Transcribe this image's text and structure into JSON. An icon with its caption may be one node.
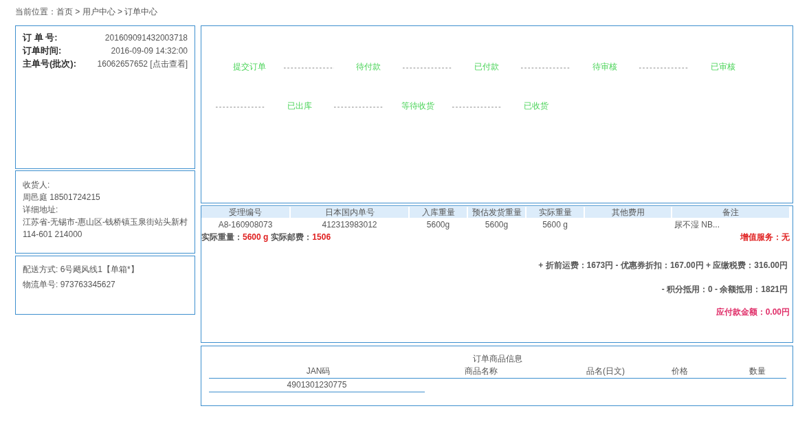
{
  "diagram": {
    "nodes": [
      {
        "text": [
          "订 单 号:",
          "201609091432003718",
          "订单时间:",
          "2016-09-09 14:32:00",
          "主单号(批次):",
          "16062657652 [点击查看]"
        ]
      },
      {
        "text": [
          "收货人:",
          "周邑庭 18501724215",
          "详细地址:",
          "江苏省-无锡市-惠山区-钱桥镇玉泉街站头新村 114-601 214000"
        ]
      },
      {
        "text": [
          "配送方式: 6号飓风线1【单箱*】",
          "物流单号: 973763345627"
        ]
      },
      {
        "text": [],
        "shape": "box"
      },
      {
        "text": [
          "提交订单"
        ],
        "in": 3
      },
      {
        "text": [
          "待付款"
        ],
        "in": 3
      },
      {
        "text": [
          "已付款"
        ],
        "in": 3
      },
      {
        "text": [
          "待审核"
        ],
        "in": 3
      },
      {
        "text": [
          "已审核"
        ],
        "in": 3
      },
      {
        "text": [
          "已出库"
        ],
        "in": 3
      },
      {
        "text": [
          "等待收货"
        ],
        "in": 3
      },
      {
        "text": [
          "已收货"
        ],
        "in": 3
      },
      {
        "text": [
          "受理编号",
          "日本国内单号",
          "入库重量",
          "预估发货重量",
          "实际重量",
          "其他费用",
          "备注",
          "A8-160908073",
          "412313983012",
          "5600g",
          "5600g",
          "5600 g",
          "尿不湿 NB...",
          "实际重量：",
          "5600 g",
          "实际邮费：",
          "1506",
          "增值服务：无",
          "+ 折前运费：1673円 - 优惠券折扣：167.00円 + 应缴税费：316.00円",
          "- 积分抵用：0 - 余额抵用：1821円",
          "应付款金额：0.00円"
        ]
      },
      {
        "text": [
          "订单商品信息",
          "JAN码",
          "商品名称",
          "品名(日文)",
          "价格",
          "数量",
          "4901301230775"
        ]
      }
    ],
    "edges": [
      {
        "from": 4,
        "to": 5,
        "arrow": "none",
        "style": "dashed"
      },
      {
        "from": 5,
        "to": 6,
        "arrow": "none",
        "style": "dashed"
      },
      {
        "from": 6,
        "to": 7,
        "arrow": "none",
        "style": "dashed"
      },
      {
        "from": 7,
        "to": 8,
        "arrow": "none",
        "style": "dashed"
      },
      {
        "from": null,
        "to": 9,
        "arrow": "none",
        "style": "dashed"
      },
      {
        "from": 9,
        "to": 10,
        "arrow": "none",
        "style": "dashed"
      },
      {
        "from": 10,
        "to": 11,
        "arrow": "none",
        "style": "dashed"
      }
    ],
    "labels": [
      "当前位置：首页 > 用户中心 > 订单中心"
    ]
  }
}
